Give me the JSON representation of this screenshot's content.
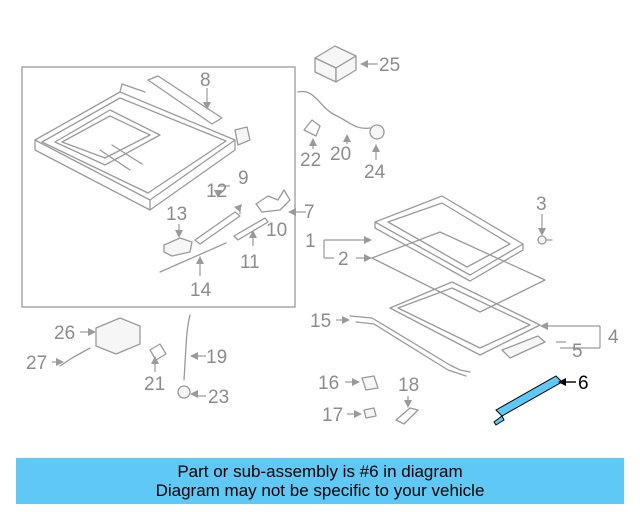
{
  "banner": {
    "line1": "Part or sub-assembly is #6 in diagram",
    "line2": "Diagram may not be specific to your vehicle"
  },
  "highlight_color": "#5fc8f5",
  "callouts": {
    "c1": "1",
    "c2": "2",
    "c3": "3",
    "c4": "4",
    "c5": "5",
    "c6": "6",
    "c7": "7",
    "c8": "8",
    "c9": "9",
    "c10": "10",
    "c11": "11",
    "c12": "12",
    "c13": "13",
    "c14": "14",
    "c15": "15",
    "c16": "16",
    "c17": "17",
    "c18": "18",
    "c19": "19",
    "c20": "20",
    "c21": "21",
    "c22": "22",
    "c23": "23",
    "c24": "24",
    "c25": "25",
    "c26": "26",
    "c27": "27"
  }
}
